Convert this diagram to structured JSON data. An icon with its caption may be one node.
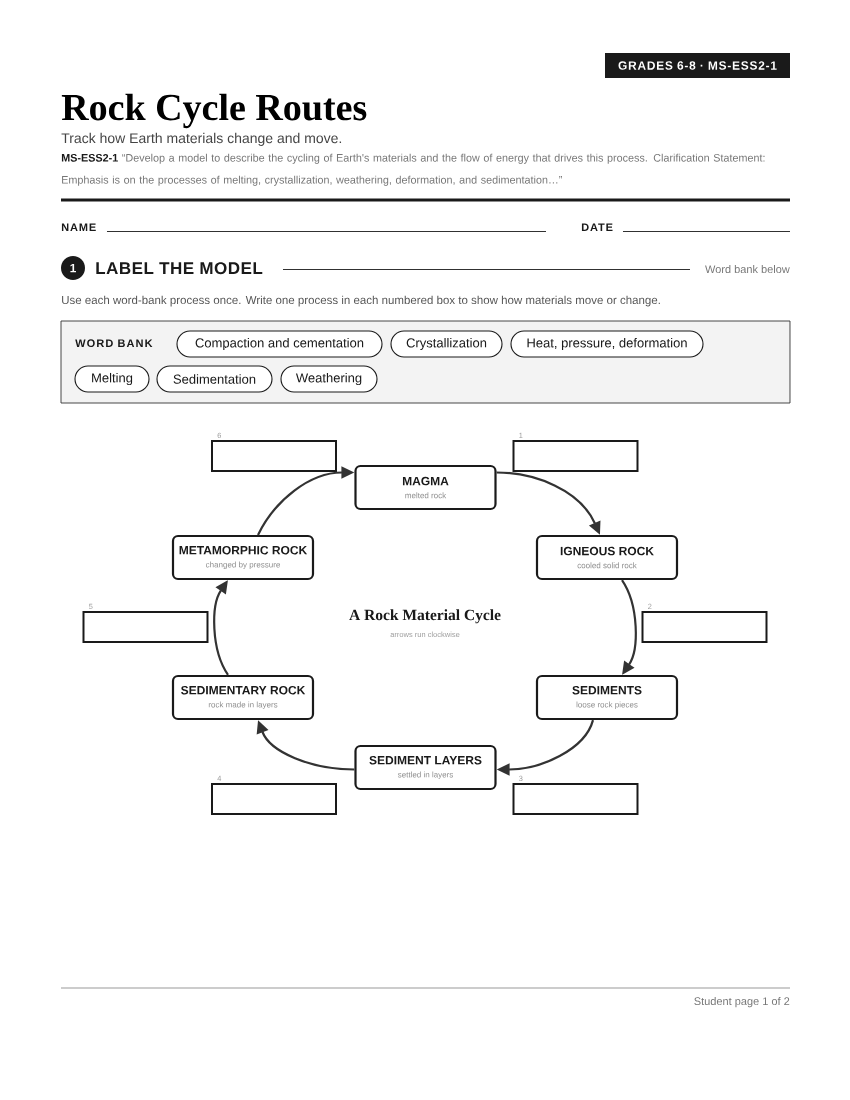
{
  "diagram": {
    "title": "Rock Cycle Routes",
    "nodes": [
      {
        "text": [
          "GRADES 6-8 · MS-ESS2-1"
        ]
      },
      {
        "text": [
          "1"
        ]
      },
      {
        "text": [
          "WORD BANK"
        ]
      },
      {
        "text": [
          "Compaction and cementation"
        ],
        "in": 2
      },
      {
        "text": [
          "Crystallization"
        ],
        "in": 2
      },
      {
        "text": [
          "Heat, pressure, deformation"
        ],
        "in": 2
      },
      {
        "text": [
          "Melting"
        ],
        "in": 2
      },
      {
        "text": [
          "Sedimentation"
        ],
        "in": 2
      },
      {
        "text": [
          "Weathering"
        ],
        "in": 2
      },
      {
        "text": [],
        "shape": "box",
        "beside": [
          "6"
        ]
      },
      {
        "text": [
          "MAGMA",
          "melted rock"
        ]
      },
      {
        "text": [],
        "shape": "box",
        "beside": [
          "1"
        ]
      },
      {
        "text": [
          "METAMORPHIC ROCK",
          "changed by pressure"
        ]
      },
      {
        "text": [
          "IGNEOUS ROCK",
          "cooled solid rock"
        ]
      },
      {
        "text": [],
        "shape": "box",
        "beside": [
          "5"
        ]
      },
      {
        "text": [],
        "shape": "box",
        "beside": [
          "2"
        ]
      },
      {
        "text": [
          "SEDIMENTARY ROCK",
          "rock made in layers"
        ]
      },
      {
        "text": [
          "SEDIMENTS",
          "loose rock pieces"
        ]
      },
      {
        "text": [
          "SEDIMENT LAYERS",
          "settled in layers"
        ]
      },
      {
        "text": [],
        "shape": "box",
        "beside": [
          "4"
        ]
      },
      {
        "text": [],
        "shape": "box",
        "beside": [
          "3"
        ]
      }
    ],
    "edges": [
      {
        "from": 10,
        "to": 13,
        "arrow": "to"
      },
      {
        "from": 13,
        "to": 17,
        "arrow": "to"
      },
      {
        "from": 17,
        "to": 18,
        "arrow": "to"
      },
      {
        "from": 18,
        "to": 16,
        "arrow": "to"
      },
      {
        "from": 16,
        "to": 12,
        "arrow": "to"
      },
      {
        "from": 12,
        "to": 10,
        "arrow": "to"
      }
    ],
    "labels": [
      "Track how Earth materials change and move.",
      "**MS-ESS2-1** “Develop a model to describe the cycling of Earth's materials and the flow of energy that drives this process. Clarification Statement: Emphasis is on the processes of melting, crystallization, weathering, deformation, and sedimentation…”",
      "NAME",
      "DATE",
      "LABEL THE MODEL",
      "Word bank below",
      "Use each word-bank process once. Write one process in each numbered box to show how materials move or change.",
      "A Rock Material Cycle",
      "arrows run clockwise",
      "Student page 1 of 2"
    ]
  }
}
